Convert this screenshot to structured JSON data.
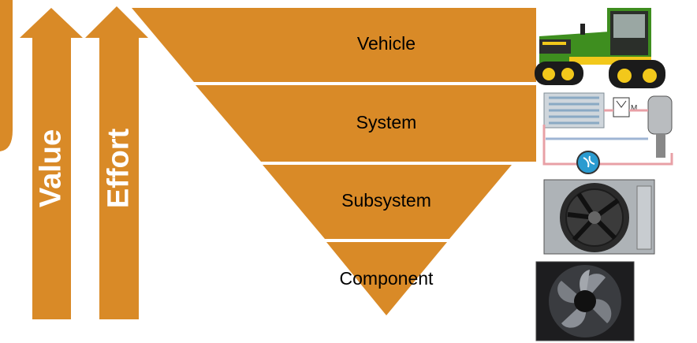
{
  "arrows": [
    {
      "label": "Value"
    },
    {
      "label": "Effort"
    }
  ],
  "pyramid": {
    "levels": [
      {
        "label": "Vehicle",
        "image": "tractor-icon"
      },
      {
        "label": "System",
        "image": "cooling-system-schematic-icon"
      },
      {
        "label": "Subsystem",
        "image": "radiator-fan-assembly-icon"
      },
      {
        "label": "Component",
        "image": "fan-blade-icon"
      }
    ]
  },
  "colors": {
    "accent": "#D98A27",
    "separator": "#FFFFFF",
    "arrow_text": "#FFFFFF",
    "tractor_green": "#3E8E1F",
    "tractor_yellow": "#F2C81B"
  }
}
